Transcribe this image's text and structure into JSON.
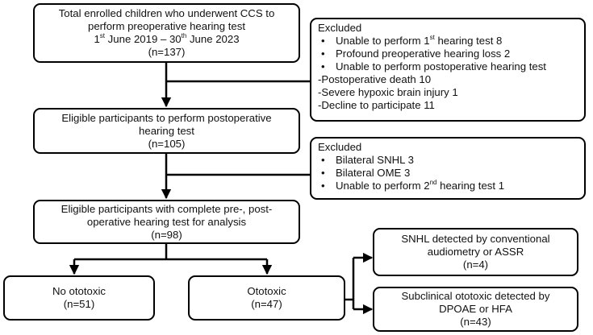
{
  "box_enrolled": {
    "line1": "Total enrolled children who underwent CCS to",
    "line2": "perform preoperative hearing test",
    "date_a_pre": "1",
    "date_a_sup": "st",
    "date_a_post": " June 2019 – 30",
    "date_b_sup": "th",
    "date_b_post": " June 2023",
    "count": "(n=137)"
  },
  "box_excluded_1": {
    "title": "Excluded",
    "b1_pre": "Unable to perform 1",
    "b1_sup": "st",
    "b1_post": " hearing test 8",
    "b2": "Profound preoperative hearing loss 2",
    "b3": "Unable to perform postoperative hearing test",
    "d1": "-Postoperative death 10",
    "d2": "-Severe hypoxic brain injury 1",
    "d3": "-Decline to participate 11"
  },
  "box_eligible_post": {
    "line1": "Eligible participants to perform postoperative",
    "line2": "hearing test",
    "count": "(n=105)"
  },
  "box_excluded_2": {
    "title": "Excluded",
    "b1": "Bilateral SNHL 3",
    "b2": "Bilateral OME 3",
    "b3_pre": "Unable to perform 2",
    "b3_sup": "nd",
    "b3_post": " hearing test 1"
  },
  "box_eligible_analysis": {
    "line1": "Eligible participants with complete pre-, post-",
    "line2": "operative hearing test for analysis",
    "count": "(n=98)"
  },
  "box_no_ototoxic": {
    "label": "No ototoxic",
    "count": "(n=51)"
  },
  "box_ototoxic": {
    "label": "Ototoxic",
    "count": "(n=47)"
  },
  "box_snhl": {
    "line1": "SNHL detected by conventional",
    "line2": "audiometry or ASSR",
    "count": "(n=4)"
  },
  "box_subclinical": {
    "line1": "Subclinical ototoxic detected by",
    "line2": "DPOAE or HFA",
    "count": "(n=43)"
  }
}
